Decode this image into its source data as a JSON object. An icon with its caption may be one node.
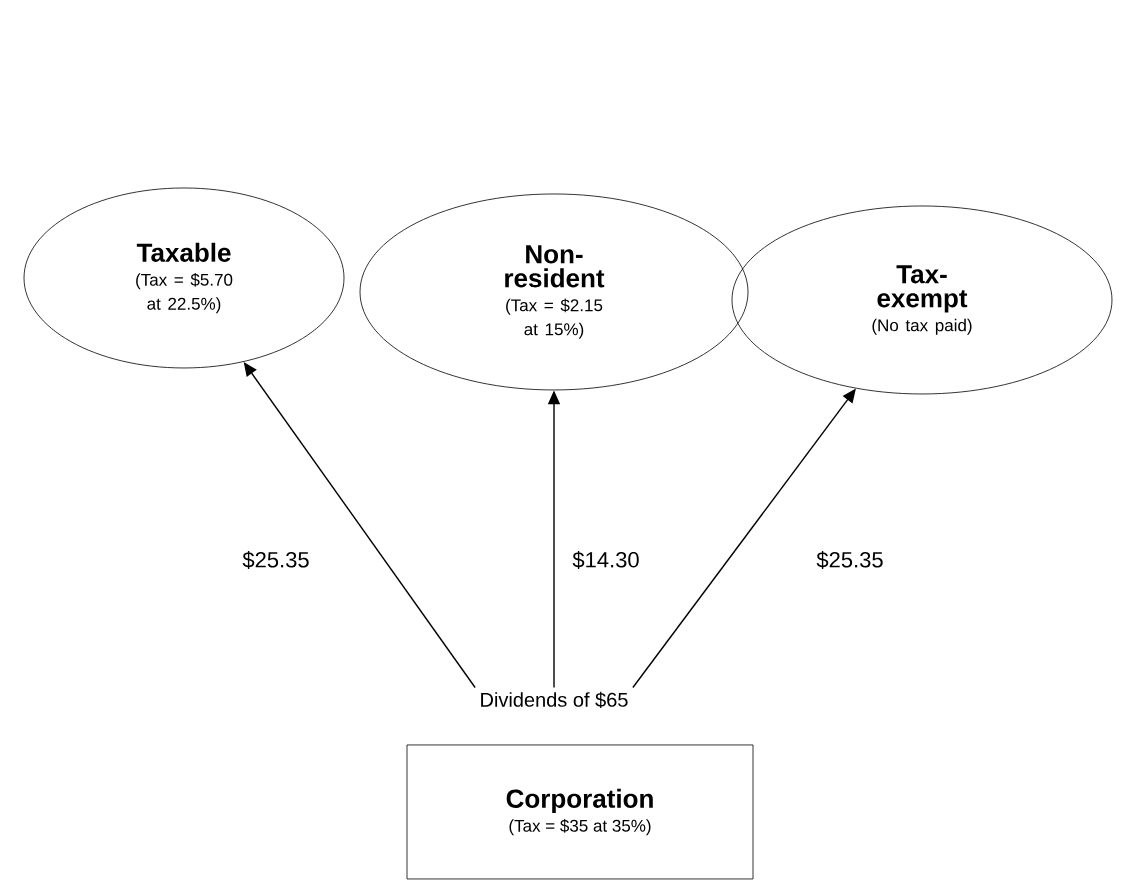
{
  "diagram": {
    "nodes": [
      {
        "text": [
          "Taxable",
          "(Tax = $5.70 at 22.5%)"
        ]
      },
      {
        "text": [
          "Non-resident",
          "(Tax = $2.15 at 15%)"
        ]
      },
      {
        "text": [
          "Tax-exempt",
          "(No tax paid)"
        ]
      },
      {
        "text": [
          "Dividends of $65"
        ]
      },
      {
        "text": [
          "Corporation",
          "(Tax = $35 at 35%)"
        ]
      }
    ],
    "edges": [
      {
        "from": 3,
        "to": 0,
        "arrow": "to",
        "label": "$25.35"
      },
      {
        "from": 3,
        "to": 1,
        "arrow": "to",
        "label": "$14.30"
      },
      {
        "from": 3,
        "to": 2,
        "arrow": "to",
        "label": "$25.35"
      }
    ]
  }
}
